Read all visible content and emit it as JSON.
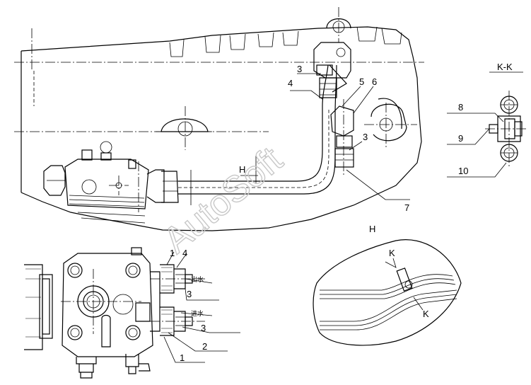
{
  "labels": {
    "part_1": "1",
    "part_2": "2",
    "part_3": "3",
    "part_4": "4",
    "part_5": "5",
    "part_6": "6",
    "part_7": "7",
    "part_8": "8",
    "part_9": "9",
    "part_10": "10",
    "view_h": "H",
    "section_kk": "K-K",
    "section_k": "K",
    "outlet_cn": "出水",
    "inlet_cn": "进水"
  },
  "watermark": "AutoSoft"
}
